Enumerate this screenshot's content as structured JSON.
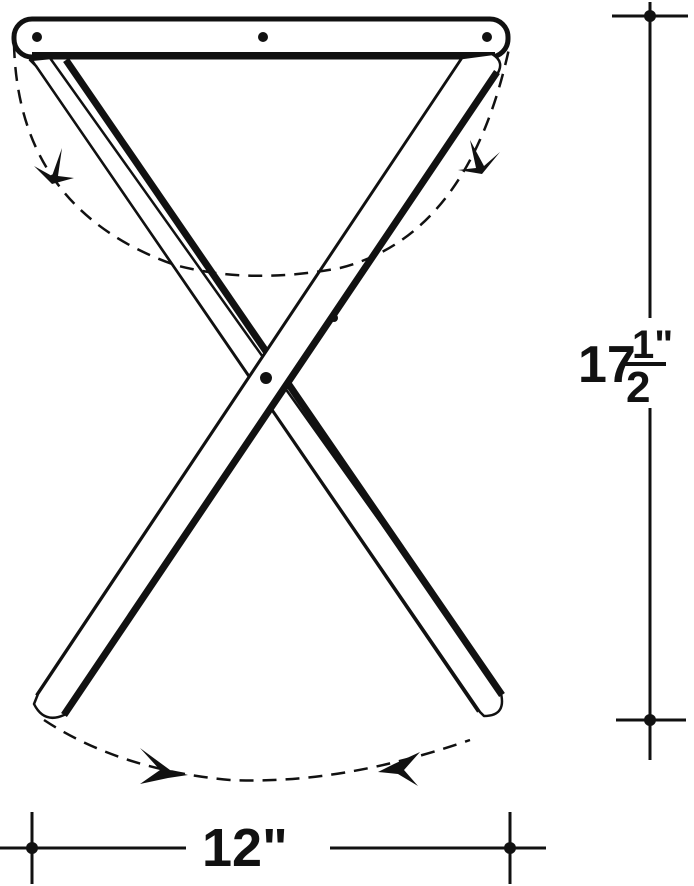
{
  "dimensions": {
    "height": {
      "whole": "17",
      "numerator": "1\"",
      "denominator": "2"
    },
    "width": {
      "label": "12\""
    }
  },
  "colors": {
    "ink": "#111111",
    "paper": "#ffffff"
  }
}
